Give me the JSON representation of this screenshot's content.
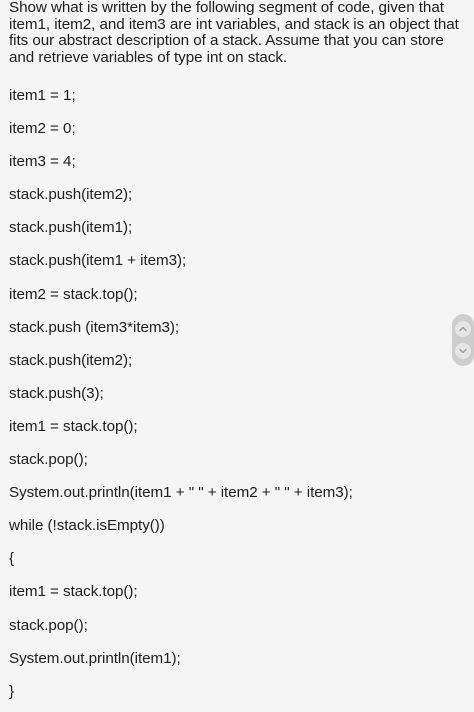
{
  "question": {
    "lines": [
      "Show what is written by the following segment of code, given that",
      "item1, item2, and item3 are int variables, and stack is an object that",
      "fits our abstract description of a stack. Assume that you can store",
      "and retrieve variables of type int on stack."
    ]
  },
  "code": [
    "item1 = 1;",
    "item2 = 0;",
    "item3 = 4;",
    "stack.push(item2);",
    "stack.push(item1);",
    "stack.push(item1 + item3);",
    "item2 = stack.top();",
    "stack.push (item3*item3);",
    "stack.push(item2);",
    "stack.push(3);",
    "item1 = stack.top();",
    "stack.pop();",
    "System.out.println(item1 + \" \" + item2 + \" \" + item3);",
    "while (!stack.isEmpty())",
    "{",
    "item1 = stack.top();",
    "stack.pop();",
    "System.out.println(item1);",
    "}"
  ],
  "scroll_control": {
    "up_icon": "chevron-up-icon",
    "down_icon": "chevron-down-icon"
  }
}
